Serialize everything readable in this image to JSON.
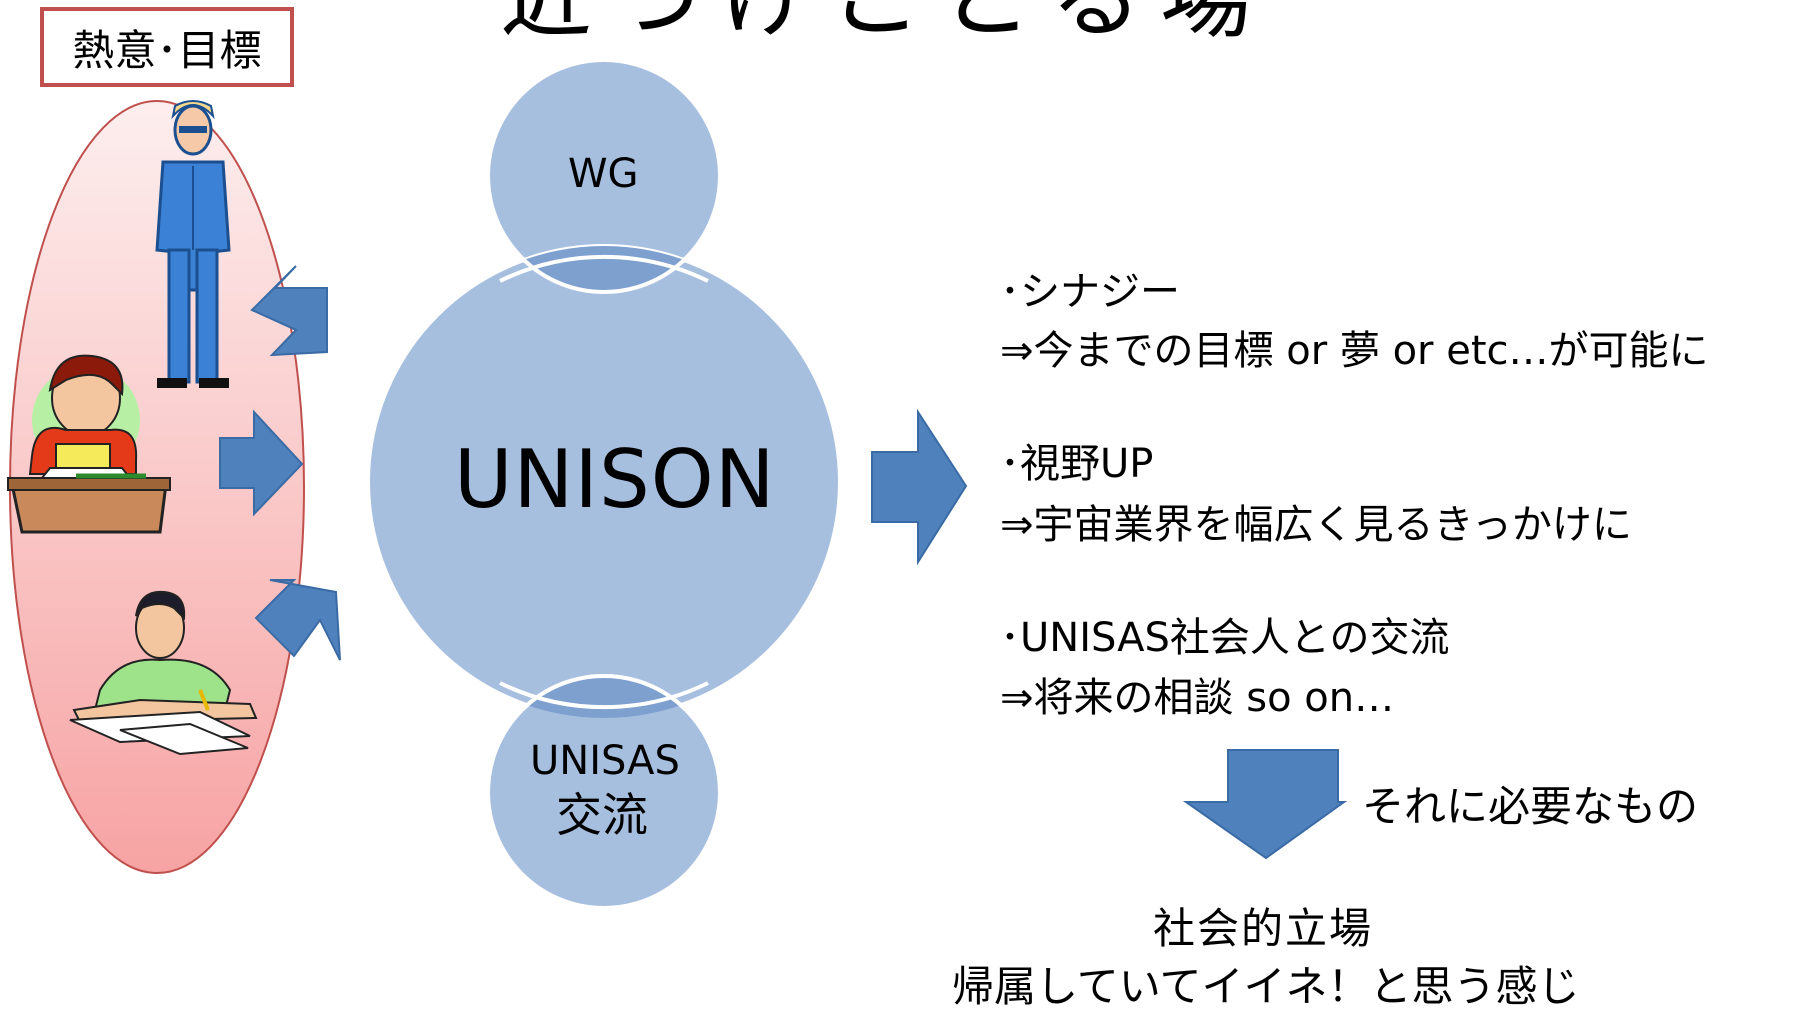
{
  "title": "近づけことる場",
  "tag_label": "熱意･目標",
  "circles": {
    "top": "WG",
    "center": "UNISON",
    "bottom_line1": "UNISAS",
    "bottom_line2": "交流"
  },
  "benefits": [
    {
      "heading": "･シナジー",
      "detail": "⇒今までの目標 or 夢 or etc…が可能に"
    },
    {
      "heading": "･視野UP",
      "detail": "⇒宇宙業界を幅広く見るきっかけに"
    },
    {
      "heading": "･UNISAS社会人との交流",
      "detail": "⇒将来の相談 so on…"
    }
  ],
  "need_label": "それに必要なもの",
  "conclusion": {
    "line1": "社会的立場",
    "line2": "帰属していてイイネ！と思う感じ"
  },
  "colors": {
    "circle_fill": "#a7bfdf",
    "circle_overlap": "#7ea0cf",
    "arrow_fill": "#4f81bd",
    "arrow_stroke": "#3a6ba5",
    "ellipse_top": "#fde9e9",
    "ellipse_bottom": "#f8a5a5",
    "ellipse_border": "#c0504d",
    "tag_border": "#c0504d"
  },
  "icons": [
    "person-standing-icon",
    "student-reading-icon",
    "student-writing-icon"
  ]
}
